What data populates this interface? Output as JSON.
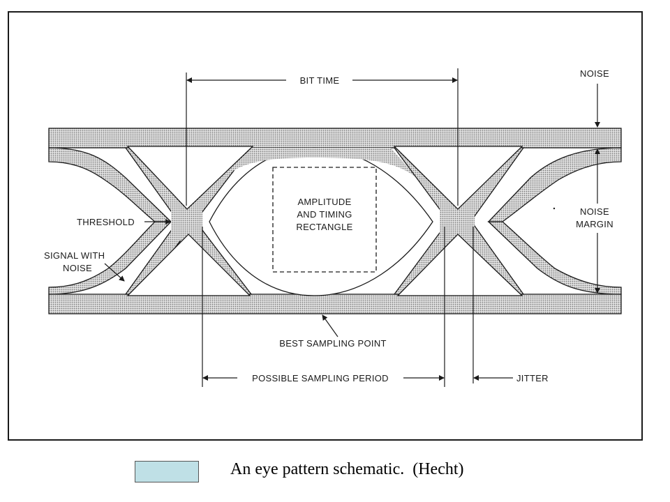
{
  "labels": {
    "bit_time": "BIT TIME",
    "noise": "NOISE",
    "noise_margin_line1": "NOISE",
    "noise_margin_line2": "MARGIN",
    "rect_line1": "AMPLITUDE",
    "rect_line2": "AND TIMING",
    "rect_line3": "RECTANGLE",
    "threshold": "THRESHOLD",
    "signal_line1": "SIGNAL WITH",
    "signal_line2": "NOISE",
    "best_sampling": "BEST SAMPLING POINT",
    "possible_sampling": "POSSIBLE SAMPLING PERIOD",
    "jitter": "JITTER"
  },
  "caption": {
    "text": "An eye pattern schematic.  (Hecht)",
    "swatch_color": "#bfe0e6"
  },
  "colors": {
    "signal_band": "#c4c4c4",
    "stroke": "#1a1a1a"
  }
}
